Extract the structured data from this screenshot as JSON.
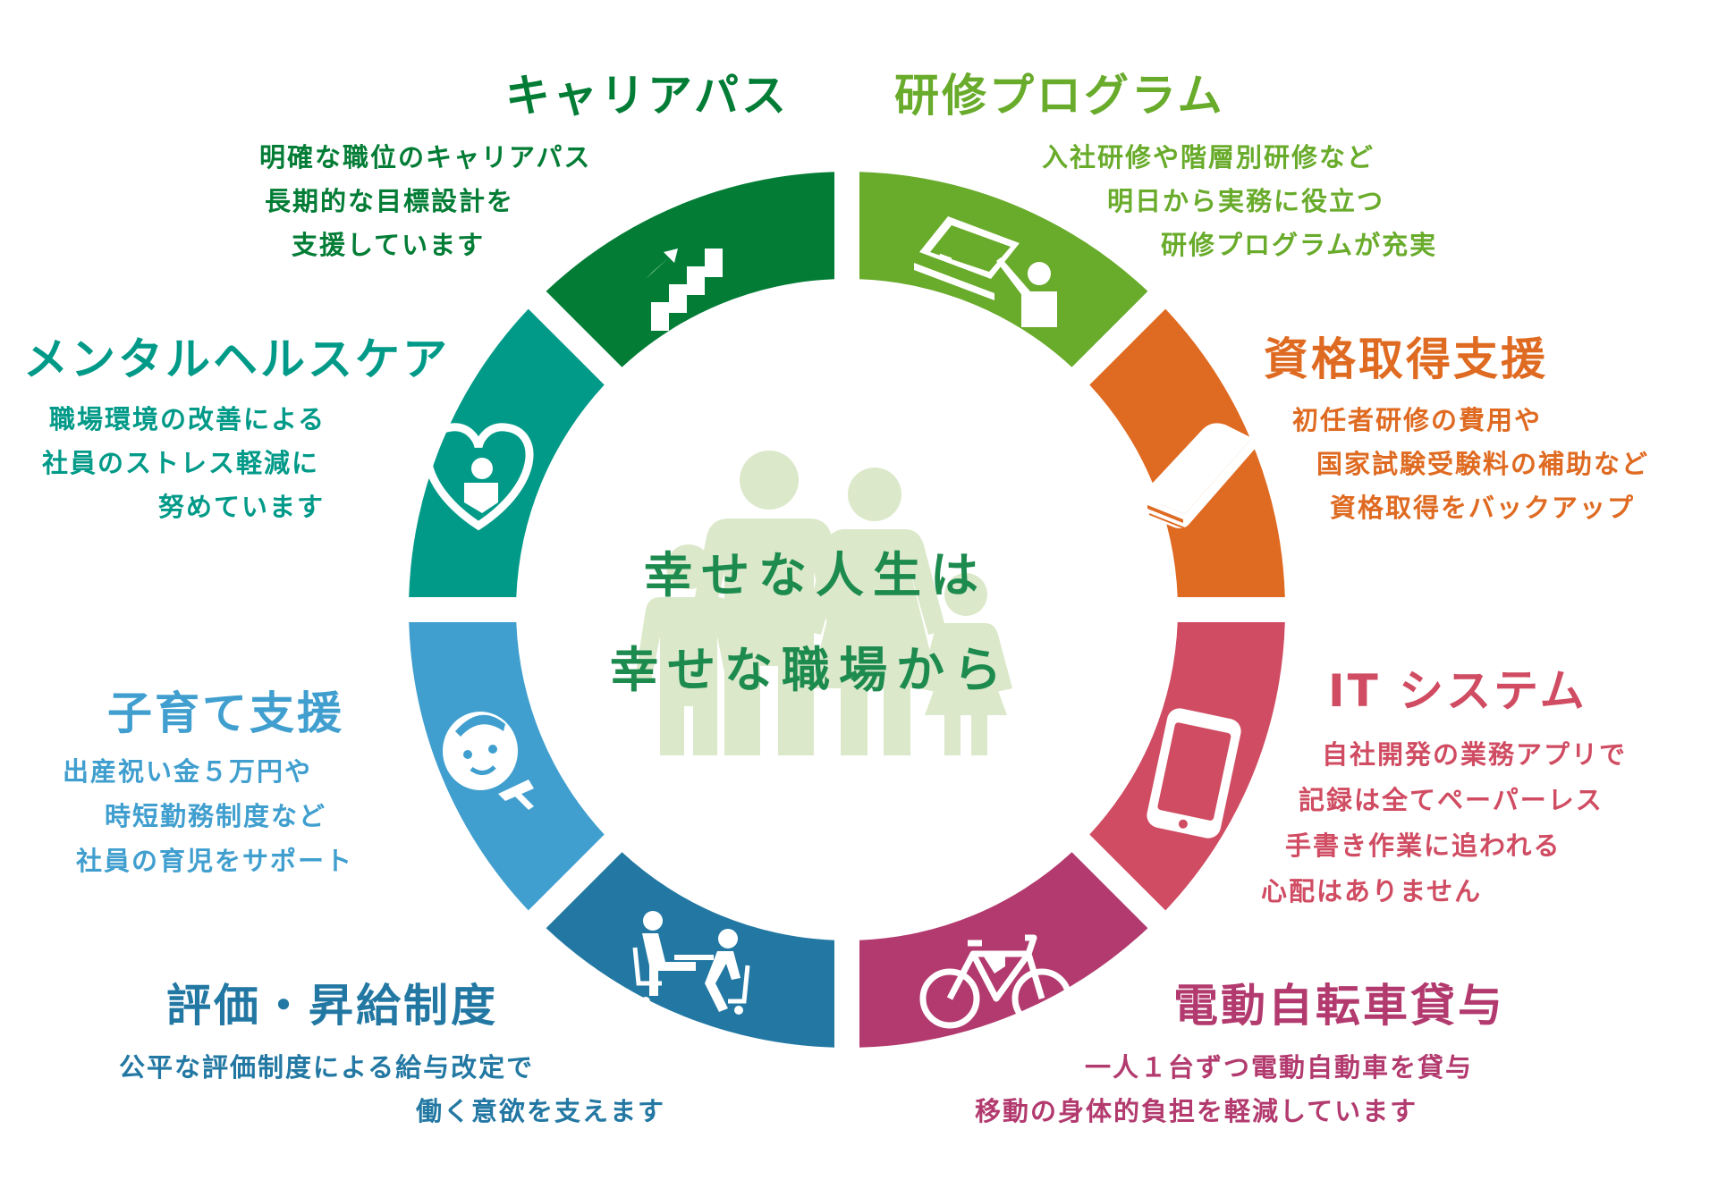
{
  "center": {
    "line1": "幸せな人生は",
    "line2": "幸せな職場から"
  },
  "colors": {
    "career": "#037d36",
    "training": "#69ab2b",
    "qualification": "#df6a21",
    "it": "#d04c62",
    "bicycle": "#b23a6e",
    "evaluation": "#2278a3",
    "childcare": "#409fcf",
    "mental": "#019a88",
    "family_figures": "#dbe8c9"
  },
  "sections": {
    "career": {
      "title": "キャリアパス",
      "icon": "stairs-arrow-icon",
      "lines": [
        "明確な職位のキャリアパス",
        "長期的な目標設計を",
        "支援しています"
      ]
    },
    "training": {
      "title": "研修プログラム",
      "icon": "teacher-whiteboard-icon",
      "lines": [
        "入社研修や階層別研修など",
        "明日から実務に役立つ",
        "研修プログラムが充実"
      ]
    },
    "qualification": {
      "title": "資格取得支援",
      "icon": "book-icon",
      "lines": [
        "初任者研修の費用や",
        "国家試験受験料の補助など",
        "資格取得をバックアップ"
      ]
    },
    "it": {
      "title": "IT システム",
      "icon": "smartphone-icon",
      "lines": [
        "自社開発の業務アプリで",
        "記録は全てペーパーレス",
        "手書き作業に追われる",
        "心配はありません"
      ]
    },
    "bicycle": {
      "title": "電動自転車貸与",
      "icon": "bicycle-icon",
      "lines": [
        "一人１台ずつ電動自動車を貸与",
        "移動の身体的負担を軽減しています"
      ]
    },
    "evaluation": {
      "title": "評価・昇給制度",
      "icon": "interview-icon",
      "lines": [
        "公平な評価制度による給与改定で",
        "働く意欲を支えます"
      ]
    },
    "childcare": {
      "title": "子育て支援",
      "icon": "baby-icon",
      "lines": [
        "出産祝い金５万円や",
        "時短勤務制度など",
        "社員の育児をサポート"
      ]
    },
    "mental": {
      "title": "メンタルヘルスケア",
      "icon": "heart-person-icon",
      "lines": [
        "職場環境の改善による",
        "社員のストレス軽減に",
        "努めています"
      ]
    }
  }
}
